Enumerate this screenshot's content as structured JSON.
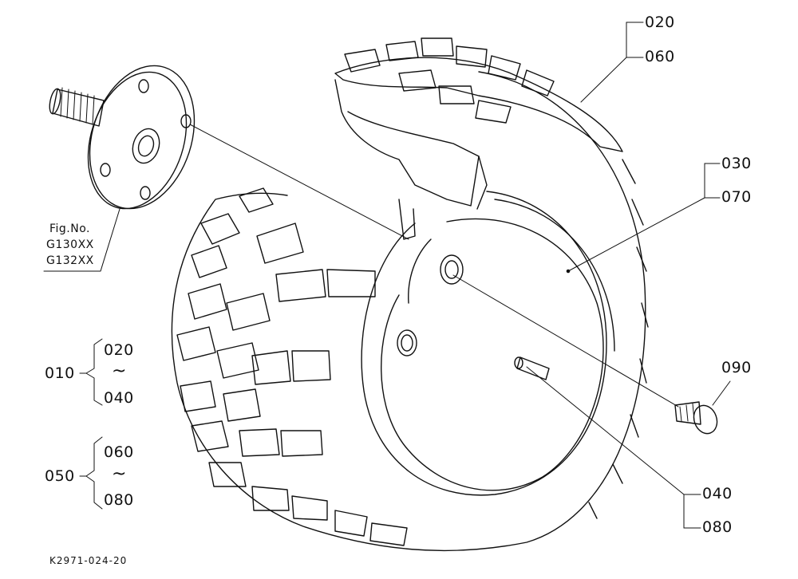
{
  "callouts": {
    "c020": "020",
    "c060": "060",
    "c030": "030",
    "c070": "070",
    "c090": "090",
    "c040": "040",
    "c080": "080"
  },
  "figref": {
    "title": "Fig.No.",
    "fig1": "G130XX",
    "fig2": "G132XX"
  },
  "groups": [
    {
      "id": "010",
      "from": "020",
      "sep": "~",
      "to": "040"
    },
    {
      "id": "050",
      "from": "060",
      "sep": "~",
      "to": "080"
    }
  ],
  "footer": {
    "code": "K2971-024-20"
  }
}
